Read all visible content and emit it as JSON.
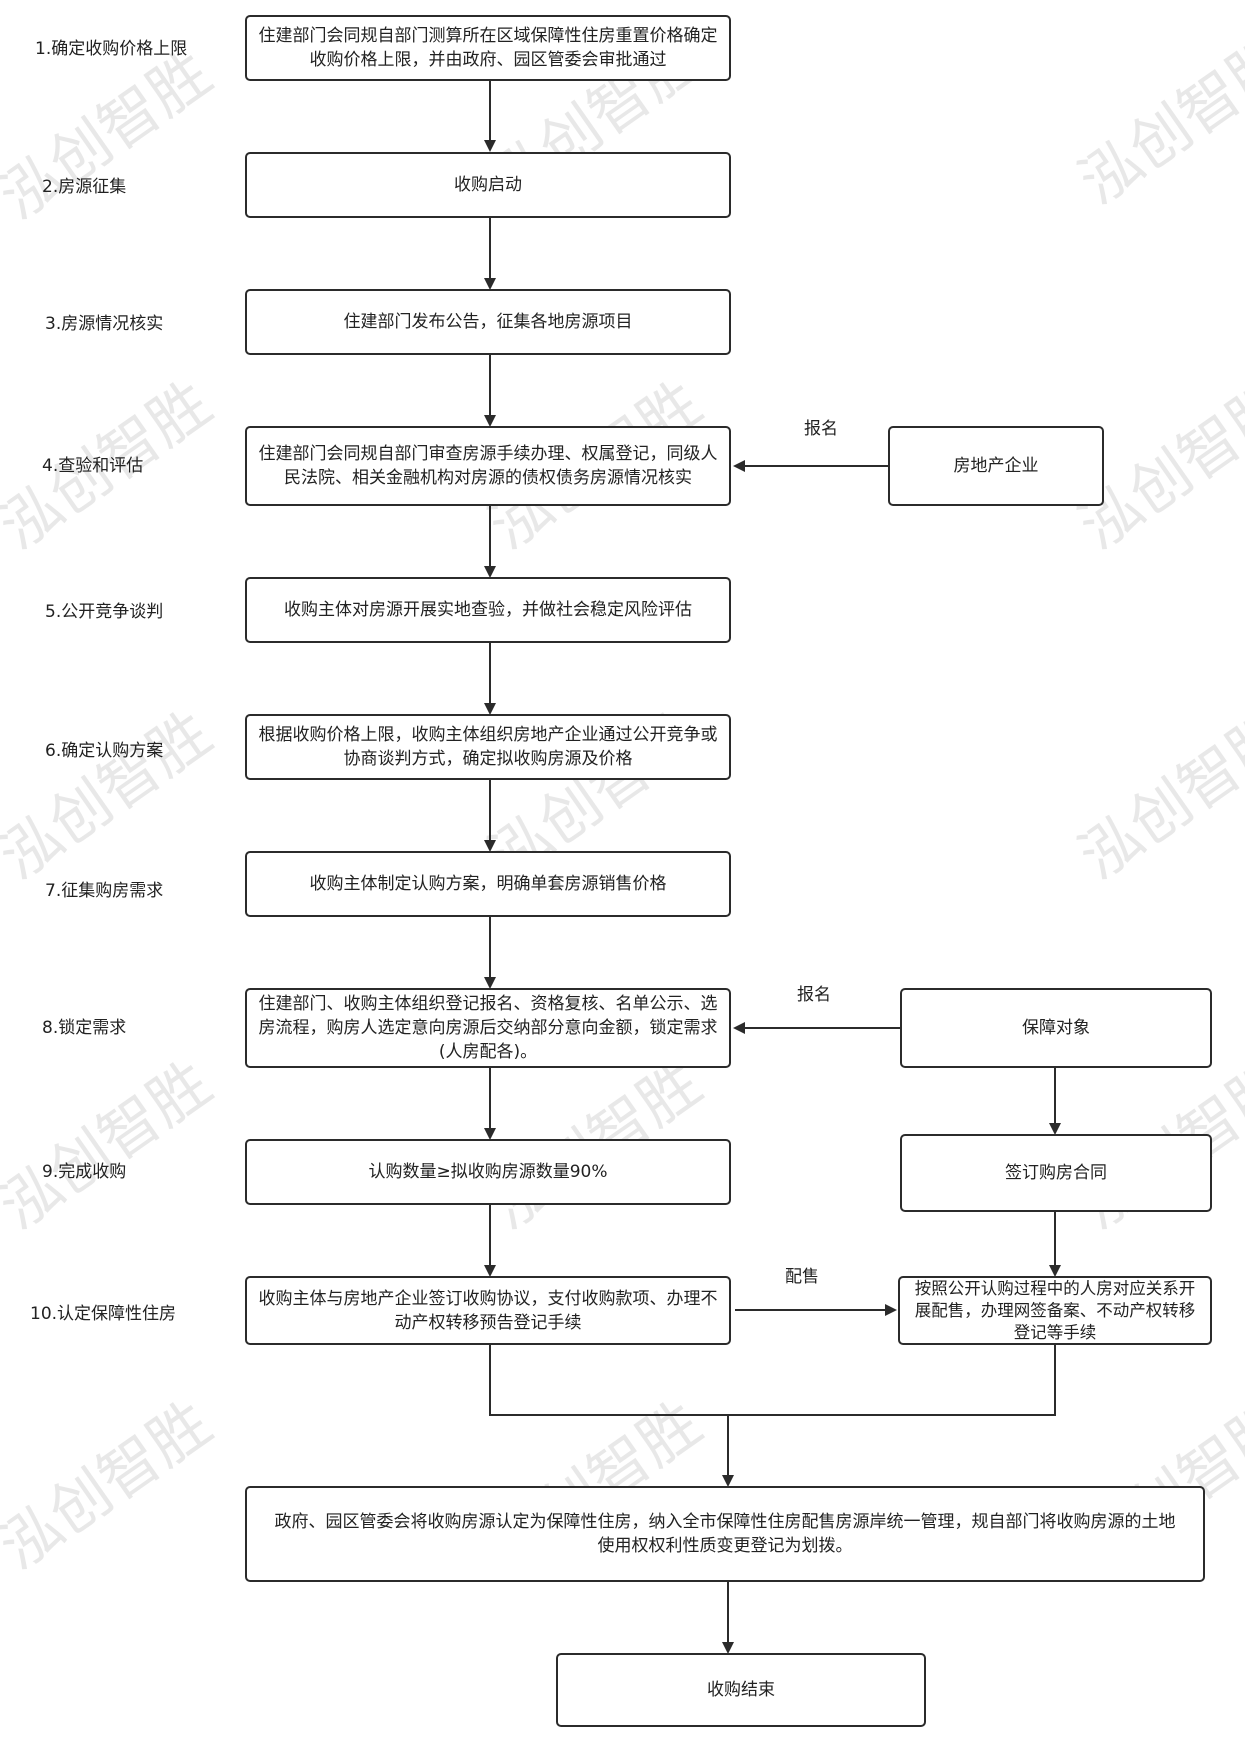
{
  "steps": [
    "1.确定收购价格上限",
    "2.房源征集",
    "3.房源情况核实",
    "4.查验和评估",
    "5.公开竞争谈判",
    "6.确定认购方案",
    "7.征集购房需求",
    "8.锁定需求",
    "9.完成收购",
    "10.认定保障性住房"
  ],
  "nodes": {
    "n1": "住建部门会同规自部门测算所在区域保障性住房重置价格确定收购价格上限，并由政府、园区管委会审批通过",
    "n2": "收购启动",
    "n3": "住建部门发布公告，征集各地房源项目",
    "n4": "住建部门会同规自部门审查房源手续办理、权属登记，同级人民法院、相关金融机构对房源的债权债务房源情况核实",
    "n5": "收购主体对房源开展实地查验，并做社会稳定风险评估",
    "n6": "根据收购价格上限，收购主体组织房地产企业通过公开竞争或协商谈判方式，确定拟收购房源及价格",
    "n7": "收购主体制定认购方案，明确单套房源销售价格",
    "n8": "住建部门、收购主体组织登记报名、资格复核、名单公示、选房流程，购房人选定意向房源后交纳部分意向金额，锁定需求(人房配各)。",
    "n9": "认购数量≥拟收购房源数量90%",
    "n10": "收购主体与房地产企业签订收购协议，支付收购款项、办理不动产权转移预告登记手续",
    "n11": "政府、园区管委会将收购房源认定为保障性住房，纳入全市保障性住房配售房源岸统一管理，规自部门将收购房源的土地使用权权利性质变更登记为划拨。",
    "n12": "收购结束",
    "r1": "房地产企业",
    "r2": "保障对象",
    "r3": "签订购房合同",
    "r4": "按照公开认购过程中的人房对应关系开展配售，办理网签备案、不动产权转移登记等手续"
  },
  "edge_labels": {
    "e_r1": "报名",
    "e_r2": "报名",
    "e_r4": "配售"
  },
  "watermark": "泓创智胜"
}
